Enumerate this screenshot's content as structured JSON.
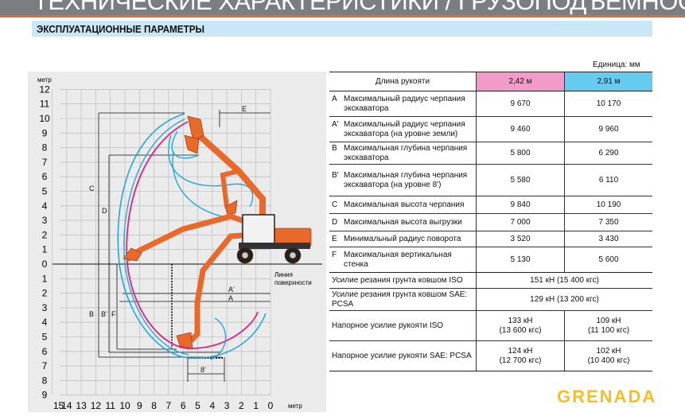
{
  "header": {
    "title": "ТЕХНИЧЕСКИЕ ХАРАКТЕРИСТИКИ / ГРУЗОПОДЪЕМНОСТЬ",
    "section": "ЭКСПЛУАТАЦИОННЫЕ ПАРАМЕТРЫ"
  },
  "diagram": {
    "y_unit": "метр",
    "x_unit": "метр",
    "y_ticks_up": [
      "12",
      "11",
      "10",
      "9",
      "8",
      "7",
      "6",
      "5",
      "4",
      "3",
      "2",
      "1",
      "0"
    ],
    "y_ticks_down": [
      "1",
      "2",
      "3",
      "4",
      "5",
      "6",
      "7",
      "8",
      "9"
    ],
    "x_ticks": [
      "15",
      "14",
      "13",
      "12",
      "11",
      "10",
      "9",
      "8",
      "7",
      "6",
      "5",
      "4",
      "3",
      "2",
      "1",
      "0"
    ],
    "ground_label_1": "Линия",
    "ground_label_2": "поверхности",
    "dim_labels": {
      "A": "A",
      "A_prime": "A'",
      "B": "B",
      "B_prime": "B'",
      "C": "C",
      "D": "D",
      "E": "E",
      "F": "F",
      "eight": "8'"
    },
    "colors": {
      "arm_242": "#e0237f",
      "arm_291": "#22a8dc",
      "machine": "#e8692a"
    }
  },
  "table": {
    "unit": "Единица: мм",
    "header": {
      "label": "Длина рукояти",
      "col1": "2,42 м",
      "col2": "2,91 м"
    },
    "rows": [
      {
        "letter": "A",
        "label": "Максимальный радиус черпания экскаватора",
        "v1": "9 670",
        "v2": "10 170"
      },
      {
        "letter": "A'",
        "label": "Максимальный радиус черпания экскаватора (на уровне земли)",
        "v1": "9 460",
        "v2": "9 960"
      },
      {
        "letter": "B",
        "label": "Максимальная глубина черпания экскаватора",
        "v1": "5 800",
        "v2": "6 290"
      },
      {
        "letter": "B'",
        "label": "Максимальная глубина черпания экскаватора (на уровне 8')",
        "v1": "5 580",
        "v2": "6 110"
      },
      {
        "letter": "C",
        "label": "Максимальная высота черпания",
        "v1": "9 840",
        "v2": "10 190"
      },
      {
        "letter": "D",
        "label": "Максимальная высота выгрузки",
        "v1": "7 000",
        "v2": "7 350"
      },
      {
        "letter": "E",
        "label": "Минимальный радиус поворота",
        "v1": "3 520",
        "v2": "3 430"
      },
      {
        "letter": "F",
        "label": "Максимальная вертикальная стенка",
        "v1": "5 130",
        "v2": "5 600"
      }
    ],
    "forces": [
      {
        "label": "Усилие резания грунта ковшом ISO",
        "value": "151 кН (15 400 кгс)"
      },
      {
        "label": "Усилие резания грунта ковшом SAE: PCSA",
        "value": "129 кН (13 200 кгс)"
      },
      {
        "label": "Напорное усилие рукояти ISO",
        "v1a": "133 кН",
        "v1b": "(13 600 кгс)",
        "v2a": "109 кН",
        "v2b": "(11 100 кгс)"
      },
      {
        "label": "Напорное усилие рукояти SAE: PCSA",
        "v1a": "124 кН",
        "v1b": "(12 700 кгс)",
        "v2a": "102 кН",
        "v2b": "(10 400 кгс)"
      }
    ]
  },
  "watermark": "GRENADA"
}
